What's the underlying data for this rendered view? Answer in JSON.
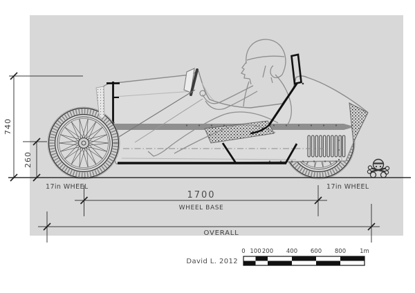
{
  "drawing": {
    "credit": "David L. 2012",
    "dimensions": {
      "cowl_height": "740",
      "axle_height": "260",
      "wheelbase_value": "1700",
      "wheelbase_label": "WHEEL BASE",
      "overall_label": "OVERALL",
      "front_wheel_label": "17in WHEEL",
      "rear_wheel_label": "17in WHEEL"
    },
    "scale_bar": {
      "labels": [
        "0",
        "100",
        "200",
        "400",
        "600",
        "800",
        "1m"
      ]
    },
    "colors": {
      "paper": "#ffffff",
      "drawing_background": "#d8d8d8",
      "ink": "#3a3a3a",
      "heavy_line": "#111111",
      "frame_rail": "#8f8f8f",
      "sketch_line": "#8e8e8e"
    }
  }
}
